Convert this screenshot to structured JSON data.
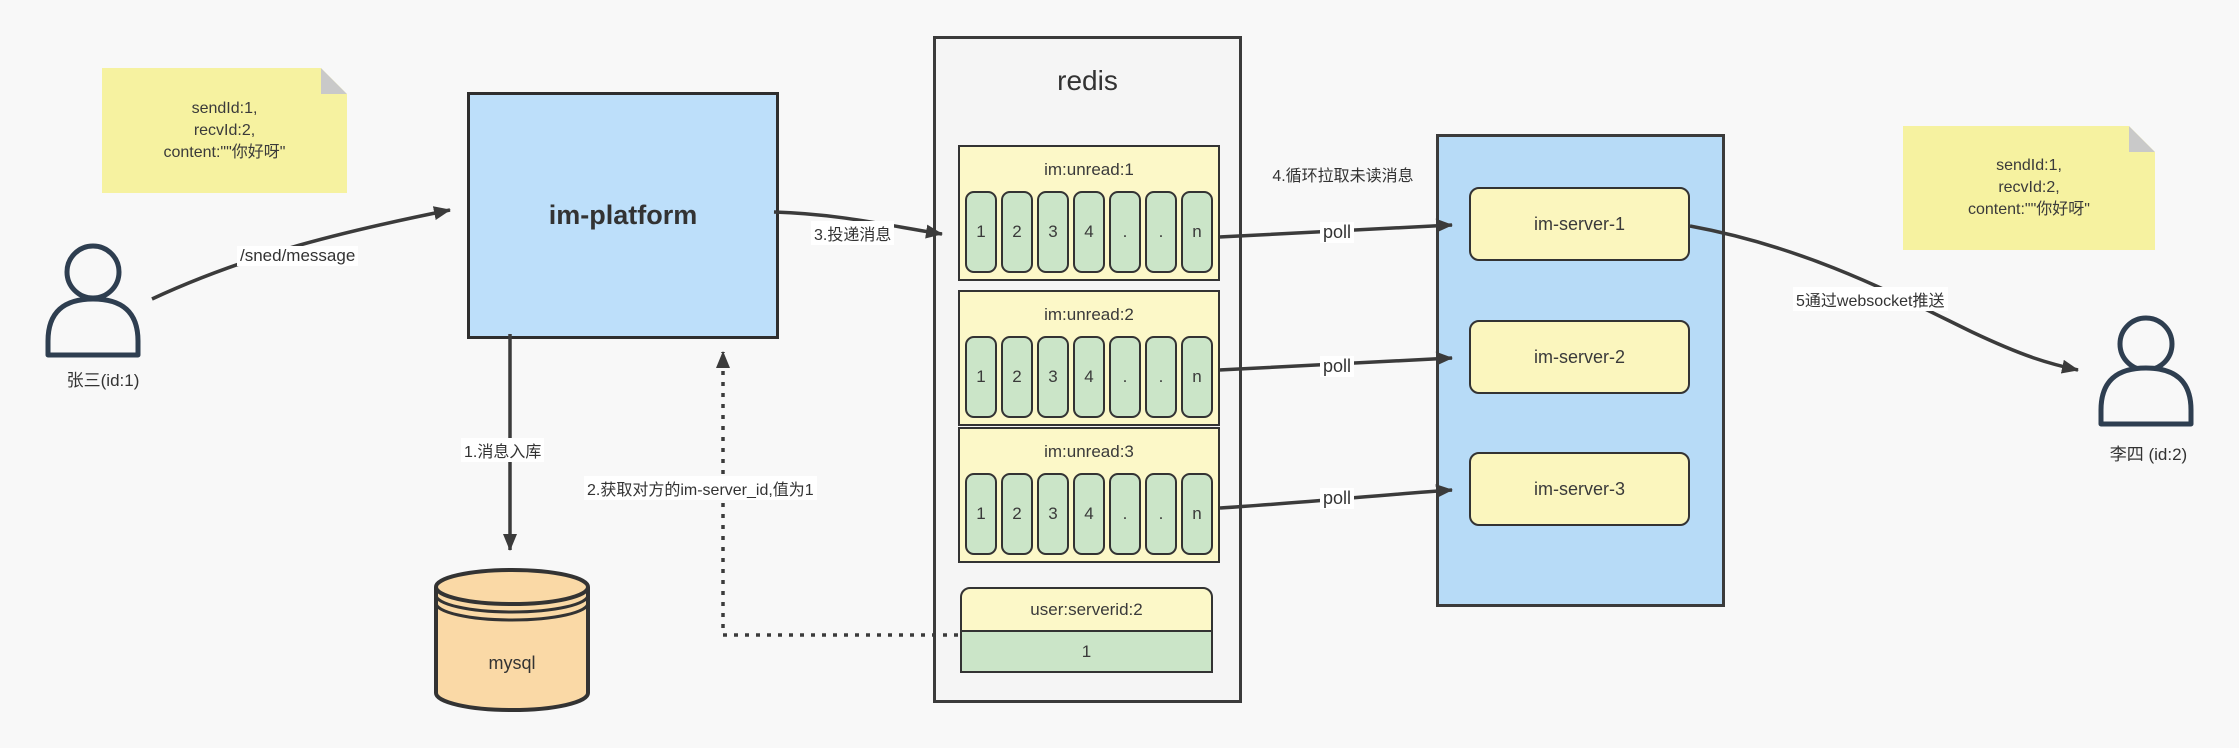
{
  "notes": {
    "left": {
      "lines": [
        "sendId:1,",
        "recvId:2,",
        "content:\"\"你好呀\""
      ]
    },
    "right": {
      "lines": [
        "sendId:1,",
        "recvId:2,",
        "content:\"\"你好呀\""
      ]
    }
  },
  "actors": {
    "sender": {
      "label": "张三(id:1)"
    },
    "receiver": {
      "label": "李四 (id:2)"
    }
  },
  "platform": {
    "label": "im-platform"
  },
  "database": {
    "label": "mysql"
  },
  "redis": {
    "title": "redis",
    "queues": [
      {
        "title": "im:unread:1",
        "cells": [
          "1",
          "2",
          "3",
          "4",
          ".",
          ".",
          "n"
        ]
      },
      {
        "title": "im:unread:2",
        "cells": [
          "1",
          "2",
          "3",
          "4",
          ".",
          ".",
          "n"
        ]
      },
      {
        "title": "im:unread:3",
        "cells": [
          "1",
          "2",
          "3",
          "4",
          ".",
          ".",
          "n"
        ]
      }
    ],
    "mapping": {
      "title": "user:serverid:2",
      "value": "1"
    }
  },
  "server_group": {
    "servers": [
      {
        "label": "im-server-1"
      },
      {
        "label": "im-server-2"
      },
      {
        "label": "im-server-3"
      }
    ]
  },
  "edges": {
    "send": "/sned/message",
    "step1": "1.消息入库",
    "step2": "2.获取对方的im-server_id,值为1",
    "step3": "3.投递消息",
    "step4": "4.循环拉取未读消息",
    "step5": "5通过websocket推送",
    "poll": "poll"
  },
  "colors": {
    "platform_fill": "#BDDFFA",
    "server_group_fill": "#B7DBF7",
    "note_fill": "#F6F2A0",
    "queue_header_fill": "#FCF8C8",
    "cell_fill": "#CBE5C8",
    "server_fill": "#FBF6BE",
    "mysql_fill": "#FAD9A6",
    "redis_fill": "#F5F5F5",
    "stroke": "#3B3B3B"
  }
}
